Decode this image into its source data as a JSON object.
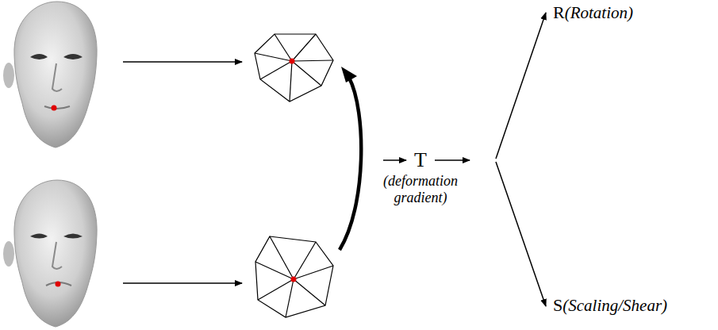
{
  "diagram": {
    "labels": [
      "T",
      "(deformation gradient)",
      "R",
      "(Rotation)",
      "S",
      "(Scaling/Shear)"
    ]
  }
}
